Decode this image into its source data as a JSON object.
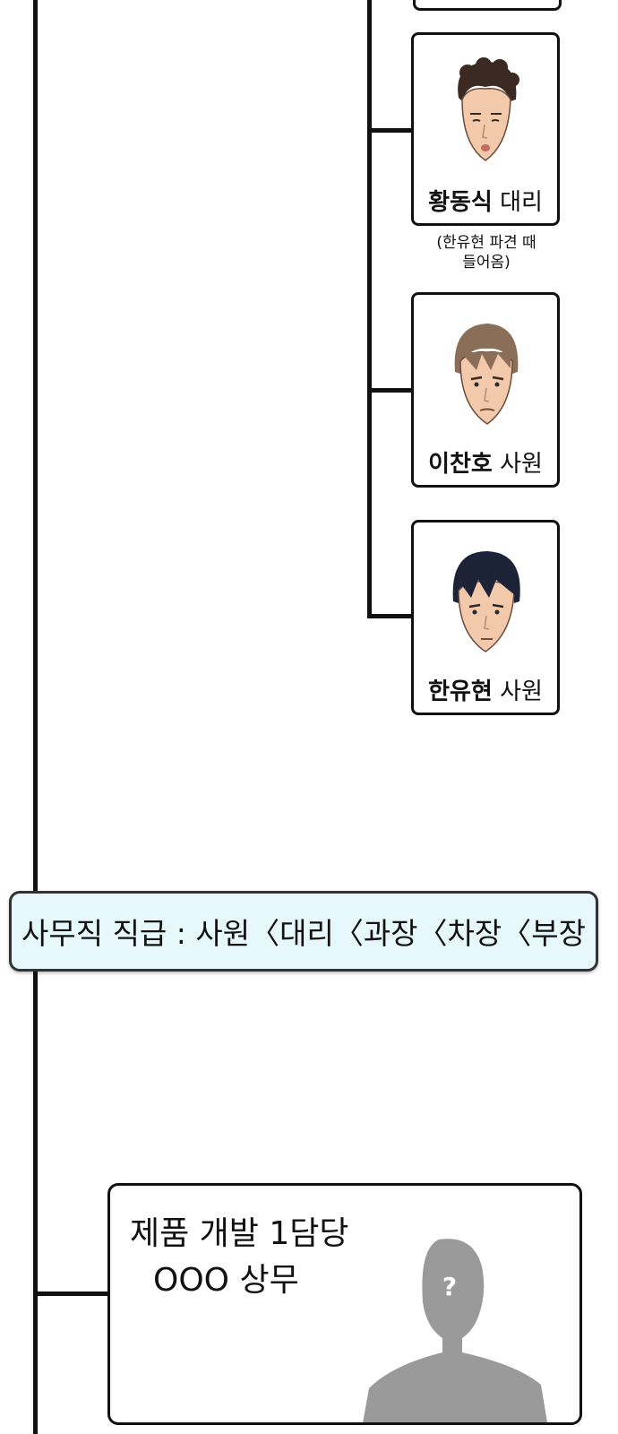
{
  "members": [
    {
      "name": "황동식",
      "rank": "대리",
      "note": "(한유현 파견 때 들어옴)",
      "note_lines": [
        "(한유현 파견 때",
        "들어옴)"
      ]
    },
    {
      "name": "이찬호",
      "rank": "사원"
    },
    {
      "name": "한유현",
      "rank": "사원"
    }
  ],
  "banner": {
    "text": "사무직 직급 : 사원〈대리〈과장〈차장〈부장"
  },
  "exec": {
    "line1": "제품 개발 1담당",
    "line2": "OOO 상무",
    "unknown_mark": "?"
  },
  "colors": {
    "line": "#111111",
    "banner_bg": "#e6f8fc",
    "silhouette": "#9a9a9a"
  }
}
